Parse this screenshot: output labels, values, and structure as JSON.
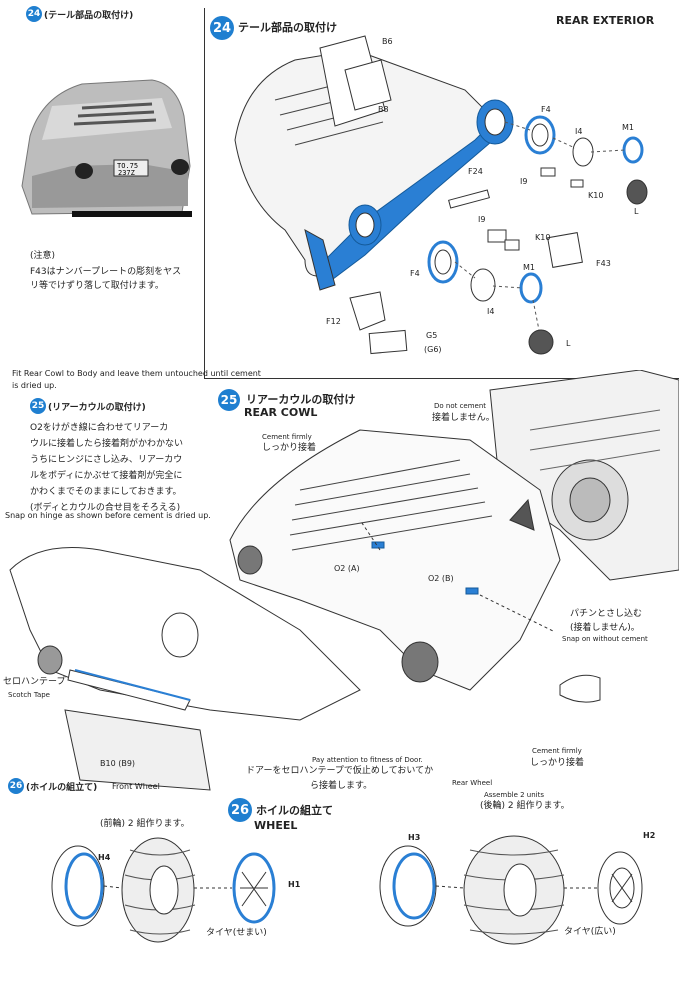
{
  "header": {
    "rear_exterior": "REAR EXTERIOR"
  },
  "step24": {
    "num": "24",
    "side_title": "(テール部品の取付け)",
    "title": "テール部品の取付け",
    "note_label": "(注意)",
    "note_text_1": "F43はナンバープレートの彫刻をヤス",
    "note_text_2": "リ等でけずり落して取付けます。",
    "plate_text": "TO.75\n237Z",
    "parts": {
      "b6": "B6",
      "b8": "B8",
      "f4a": "F4",
      "i4a": "I4",
      "m1a": "M1",
      "f24": "F24",
      "i9a": "I9",
      "k10a": "K10",
      "la": "L",
      "i9b": "I9",
      "k10b": "K10",
      "f43": "F43",
      "f4b": "F4",
      "m1b": "M1",
      "i4b": "I4",
      "f12": "F12",
      "g5": "G5",
      "g6": "(G6)",
      "lb": "L"
    },
    "fit_note_1": "Fit Rear Cowl to Body and leave them untouched until cement",
    "fit_note_2": "is dried up."
  },
  "step25": {
    "num": "25",
    "side_title": "(リアーカウルの取付け)",
    "title": "リアーカウルの取付け",
    "title_en": "REAR COWL",
    "side_text": [
      "O2をけがき線に合わせてリアーカ",
      "ウルに接着したら接着剤がかわかない",
      "うちにヒンジにさし込み、リアーカウ",
      "ルをボディにかぶせて接着剤が完全に",
      "かわくまでそのままにしておきます。",
      "(ボディとカウルの合せ目をそろえる)"
    ],
    "snap_hinge": "Snap on hinge as shown before cement is dried up.",
    "do_not_cement_en": "Do not cement",
    "do_not_cement_jp": "接着しません。",
    "cement_firmly_en": "Cement firmly",
    "cement_firmly_jp": "しっかり接着",
    "o2a": "O2 (A)",
    "o2b": "O2 (B)",
    "snap_jp_1": "パチンとさし込む",
    "snap_jp_2": "(接着しません)。",
    "snap_en": "Snap on without cement",
    "tape_jp": "セロハンテープ",
    "tape_en": "Scotch Tape",
    "b10": "B10  (B9)",
    "door_en": "Pay attention to fitness of Door.",
    "door_jp_1": "ドアーをセロハンテープで仮止めしておいてか",
    "door_jp_2": "ら接着します。",
    "cement2_en": "Cement firmly",
    "cement2_jp": "しっかり接着"
  },
  "step26": {
    "num": "26",
    "side_title": "(ホイルの組立て)",
    "front_wheel": "Front Wheel",
    "title": "ホイルの組立て",
    "title_en": "WHEEL",
    "front_count": "(前輪) 2 組作ります。",
    "h4": "H4",
    "h1": "H1",
    "tire_narrow": "タイヤ(せまい)",
    "rear_wheel": "Rear Wheel",
    "assemble": "Assemble 2 units",
    "rear_count": "(後輪) 2 組作ります。",
    "h3": "H3",
    "h2": "H2",
    "tire_wide": "タイヤ(広い)"
  },
  "colors": {
    "accent": "#1f7fd0",
    "ink": "#222222"
  }
}
